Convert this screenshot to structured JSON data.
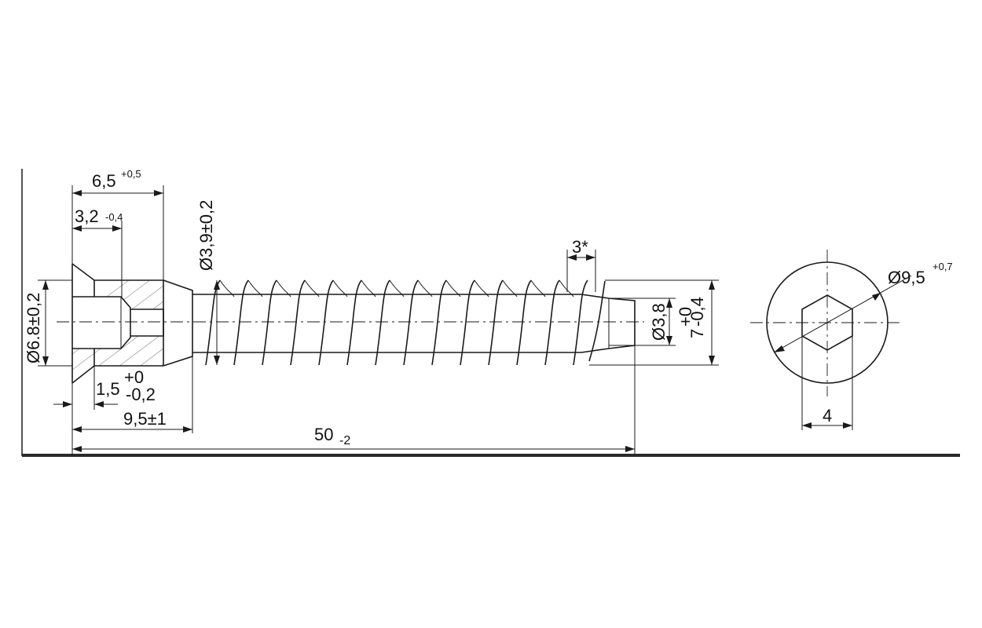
{
  "drawing": {
    "dimensions": {
      "head_length": {
        "main": "6,5",
        "tol": "+0,5"
      },
      "counterbore_depth": {
        "main": "3,2",
        "tol": "-0,4"
      },
      "thread_diameter": {
        "main": "Ø3,9±0,2"
      },
      "tip_length": {
        "main": "3*"
      },
      "head_diameter": {
        "main": "Ø6.8±0,2"
      },
      "flange_thickness": {
        "main": "1,5",
        "tol_upper": "+0",
        "tol_lower": "-0,2"
      },
      "shank_length": {
        "main": "9,5±1"
      },
      "total_length": {
        "main": "50",
        "tol": "-2"
      },
      "core_diameter": {
        "main": "Ø3,8"
      },
      "thread_outer": {
        "main": "7",
        "tol_upper": "+0",
        "tol_lower": "-0,4"
      },
      "flange_diameter": {
        "main": "Ø9,5",
        "tol": "+0,7"
      },
      "hex_size": {
        "main": "4"
      }
    }
  }
}
